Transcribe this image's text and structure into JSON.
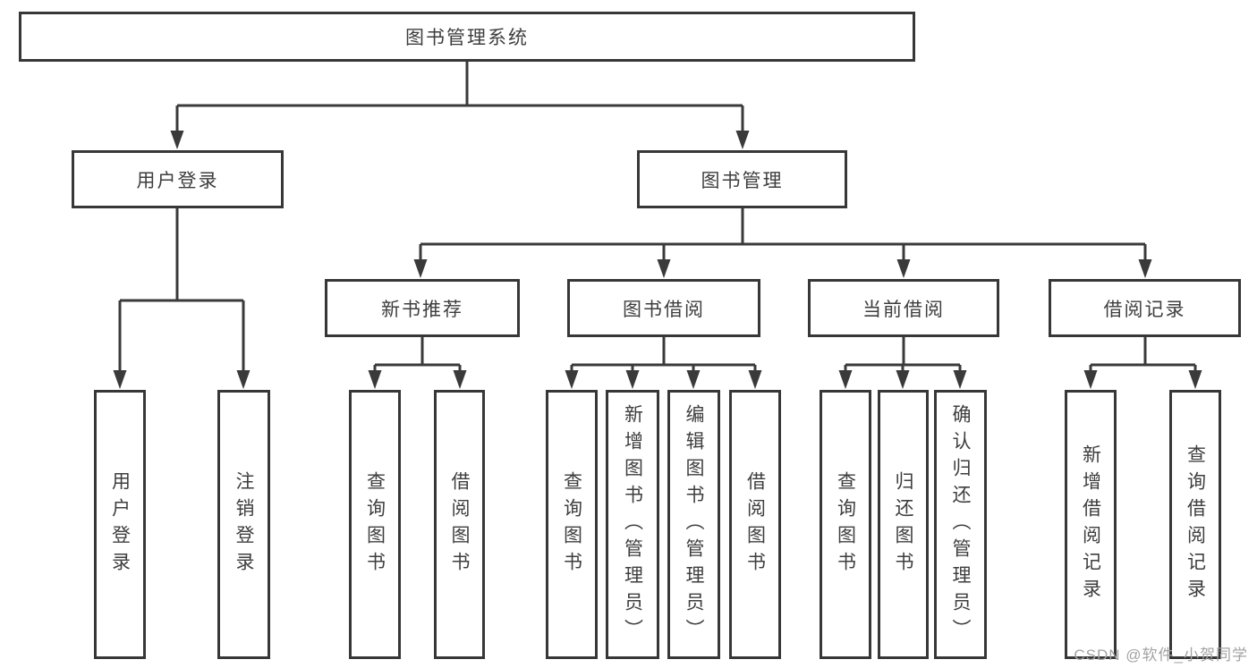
{
  "diagram_title": "图书管理系统",
  "colors": {
    "line": "#3a3a3a",
    "border": "#373737",
    "text": "#3e3e3e",
    "background": "#ffffff",
    "watermark": "#a3a3a3"
  },
  "root": {
    "label": "图书管理系统"
  },
  "level2": [
    {
      "label": "用户登录"
    },
    {
      "label": "图书管理"
    }
  ],
  "level3": [
    {
      "label": "新书推荐"
    },
    {
      "label": "图书借阅"
    },
    {
      "label": "当前借阅"
    },
    {
      "label": "借阅记录"
    }
  ],
  "leaves": {
    "login": [
      "用户登录",
      "注销登录"
    ],
    "recommend": [
      "查询图书",
      "借阅图书"
    ],
    "borrowing": [
      "查询图书",
      "新增图书（管理员）",
      "编辑图书（管理员）",
      "借阅图书"
    ],
    "current": [
      "查询图书",
      "归还图书",
      "确认归还（管理员）"
    ],
    "records": [
      "新增借阅记录",
      "查询借阅记录"
    ]
  },
  "watermark": "CSDN @软件_小贺同学"
}
